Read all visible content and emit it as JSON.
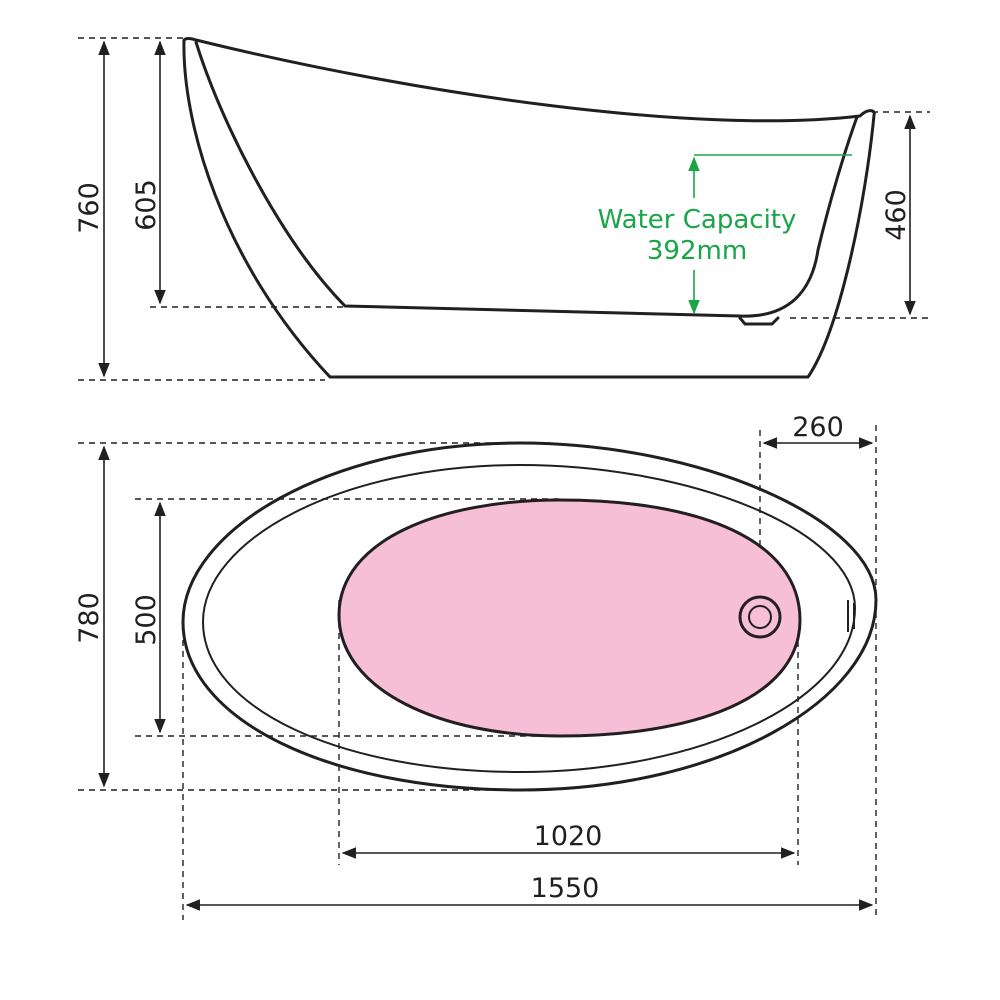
{
  "side_view": {
    "dimensions": {
      "overall_height": "760",
      "backrest_height": "605",
      "foot_end_height": "460"
    },
    "water_capacity": {
      "label": "Water Capacity",
      "value": "392mm"
    }
  },
  "top_view": {
    "dimensions": {
      "outer_width": "780",
      "inner_width": "500",
      "waste_offset": "260",
      "inner_length": "1020",
      "overall_length": "1550"
    }
  },
  "colors": {
    "line": "#231f20",
    "accent_green": "#1aa548",
    "basin_fill": "#f6bfd6"
  }
}
